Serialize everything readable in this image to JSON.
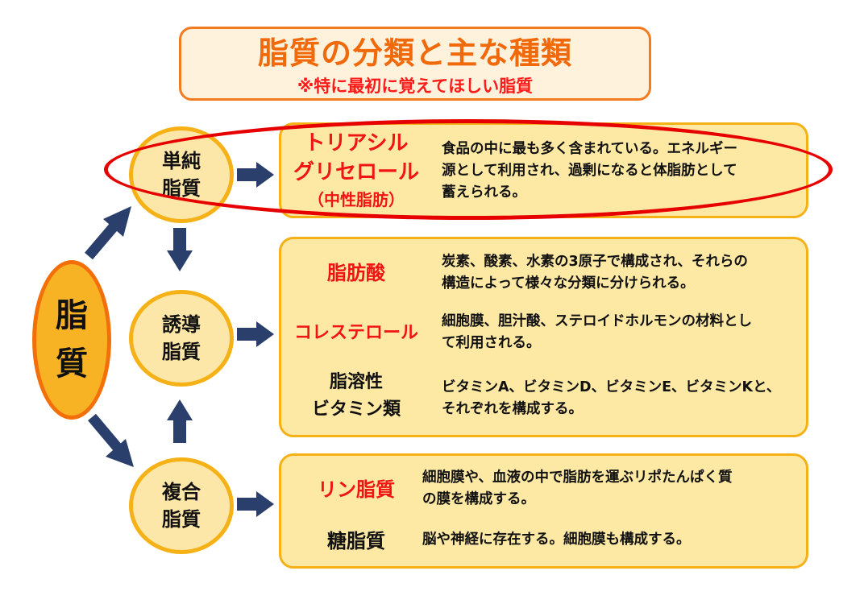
{
  "title": {
    "main": "脂質の分類と主な種類",
    "sub": "※特に最初に覚えてほしい脂質"
  },
  "root": {
    "label": "脂\n質"
  },
  "categories": [
    {
      "label": "単純\n脂質",
      "highlighted": true,
      "items": [
        {
          "name": "トリアシル\nグリセロール",
          "note": "（中性脂肪）",
          "name_color": "red",
          "description": "食品の中に最も多く含まれている。エネルギー\n源として利用され、過剰になると体脂肪として\n蓄えられる。"
        }
      ]
    },
    {
      "label": "誘導\n脂質",
      "items": [
        {
          "name": "脂肪酸",
          "name_color": "red",
          "description": "炭素、酸素、水素の3原子で構成され、それらの\n構造によって様々な分類に分けられる。"
        },
        {
          "name": "コレステロール",
          "name_color": "red",
          "description": "細胞膜、胆汁酸、ステロイドホルモンの材料とし\nて利用される。"
        },
        {
          "name": "脂溶性\nビタミン類",
          "name_color": "black",
          "description": "ビタミンA、ビタミンD、ビタミンE、ビタミンKと、\nそれぞれを構成する。"
        }
      ]
    },
    {
      "label": "複合\n脂質",
      "items": [
        {
          "name": "リン脂質",
          "name_color": "red",
          "description": "細胞膜や、血液の中で脂肪を運ぶリポたんぱく質\nの膜を構成する。"
        },
        {
          "name": "糖脂質",
          "name_color": "black",
          "description": "脳や神経に存在する。細胞膜も構成する。"
        }
      ]
    }
  ],
  "colors": {
    "title_text": "#f06a0c",
    "subtitle_text": "#ff1a1a",
    "title_border": "#f47a20",
    "circle_fill": "#fde7a8",
    "circle_border": "#f5b116",
    "root_fill": "#f7b324",
    "root_border": "#f36f0a",
    "box_fill": "#fde9a4",
    "arrow": "#2a3f6b",
    "highlight": "#e60000",
    "label_red": "#f01414"
  },
  "icons": [
    "arrow-right-icon",
    "arrow-up-icon",
    "arrow-down-icon",
    "arrow-diagonal-icon"
  ]
}
